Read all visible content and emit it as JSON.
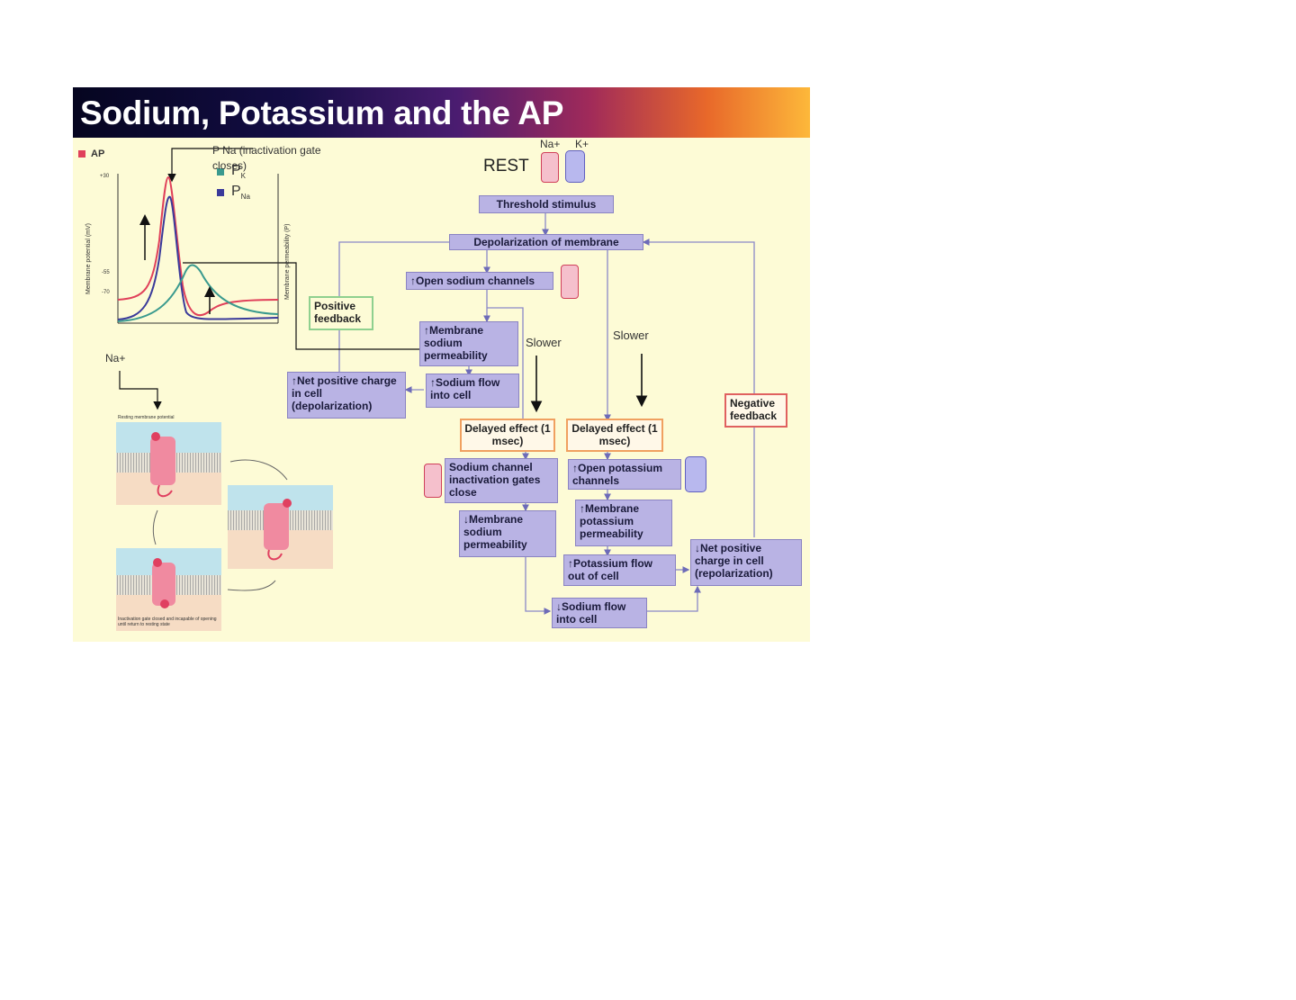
{
  "slide": {
    "title": "Sodium, Potassium and the AP"
  },
  "graph": {
    "legend": {
      "ap": "AP",
      "pk": "P",
      "pk_sub": "K",
      "pna": "P",
      "pna_sub": "Na"
    },
    "y_left_label": "Membrane potential (mV)",
    "y_right_label": "Membrane permeability (P)",
    "ticks": [
      "+30",
      "-55",
      "-70"
    ],
    "annotation": "P Na (inactivation gate closes)",
    "colors": {
      "ap": "#e0405a",
      "pk": "#3a9a8e",
      "pna": "#3a3a9a"
    }
  },
  "channel_diagram": {
    "na_label": "Na+",
    "panel1_caption": "Resting membrane potential",
    "panel3_caption": "Inactivation gate closed and incapable of opening until return to resting state"
  },
  "flow": {
    "rest_label": "REST",
    "na_label": "Na+",
    "k_label": "K+",
    "threshold": "Threshold stimulus",
    "depolarization": "Depolarization of membrane",
    "open_sodium": "Open sodium channels",
    "membrane_sodium_perm": "Membrane sodium permeability",
    "sodium_flow_in": "Sodium flow into cell",
    "net_positive_dep": "Net positive charge in cell (depolarization)",
    "positive_feedback": "Positive feedback",
    "slower_1": "Slower",
    "slower_2": "Slower",
    "delayed_1": "Delayed effect (1 msec)",
    "delayed_2": "Delayed effect (1 msec)",
    "sodium_inactivation": "Sodium channel inactivation gates close",
    "membrane_sodium_perm_down": "Membrane sodium permeability",
    "open_potassium": "Open potassium channels",
    "membrane_potassium_perm": "Membrane potassium permeability",
    "potassium_flow_out": "Potassium flow out of cell",
    "sodium_flow_in_down": "Sodium flow into cell",
    "net_positive_rep": "Net positive charge in cell (repolarization)",
    "negative_feedback": "Negative feedback",
    "up_arrow": "↑",
    "down_arrow": "↓"
  }
}
